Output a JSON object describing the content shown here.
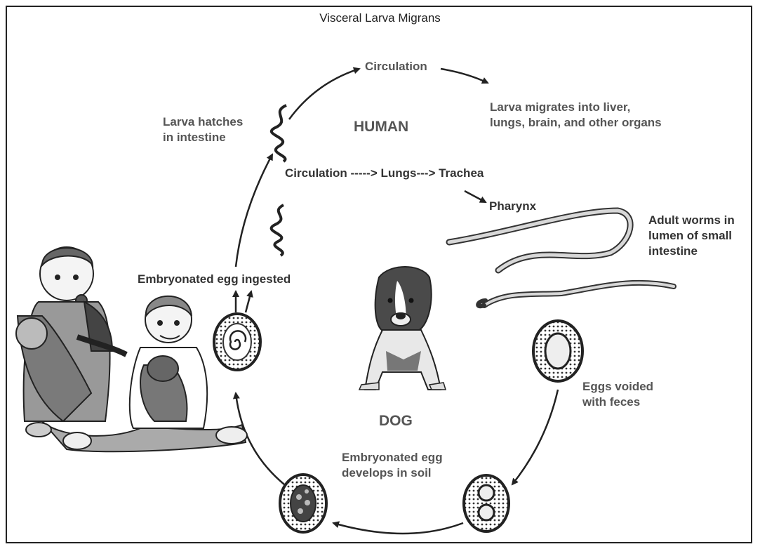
{
  "title": "Visceral Larva Migrans",
  "hosts": {
    "human": "HUMAN",
    "dog": "DOG"
  },
  "labels": {
    "circulation_top": "Circulation",
    "larva_migrates": "Larva migrates into liver,\nlungs, brain, and other organs",
    "larva_hatches": "Larva hatches\nin intestine",
    "circulation_path": "Circulation -----> Lungs---> Trachea",
    "pharynx": "Pharynx",
    "adult_worms": "Adult worms in\nlumen of small\nintestine",
    "egg_ingested": "Embryonated egg ingested",
    "eggs_voided": "Eggs voided\nwith feces",
    "egg_develops": "Embryonated egg\ndevelops in soil"
  },
  "colors": {
    "text": "#555555",
    "lines": "#222222"
  }
}
